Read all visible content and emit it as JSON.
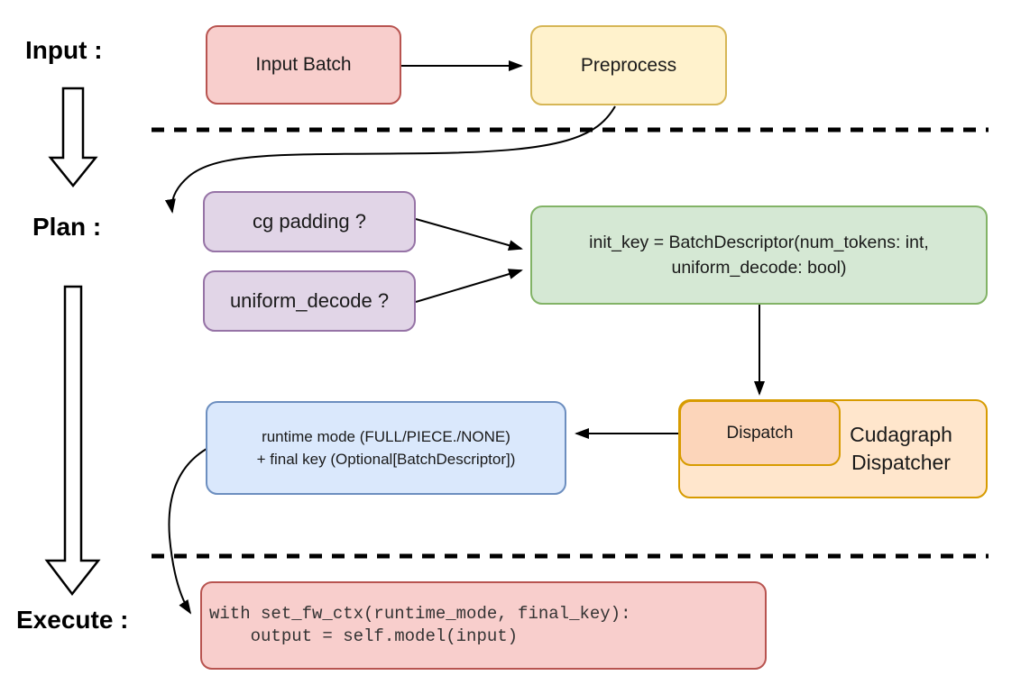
{
  "diagram": {
    "title_semantic": "cudagraph-dispatch-flow",
    "stages": {
      "input_label": "Input :",
      "plan_label": "Plan :",
      "execute_label": "Execute :"
    },
    "nodes": {
      "input_batch": {
        "label": "Input Batch"
      },
      "preprocess": {
        "label": "Preprocess"
      },
      "cg_padding": {
        "label": "cg padding ?"
      },
      "uniform_decode": {
        "label": "uniform_decode ?"
      },
      "init_key": {
        "line1": "init_key = BatchDescriptor(num_tokens: int,",
        "line2": "uniform_decode: bool)"
      },
      "runtime_result": {
        "line1": "runtime mode (FULL/PIECE./NONE)",
        "line2": "+ final key (Optional[BatchDescriptor])"
      },
      "dispatch": {
        "label": "Dispatch"
      },
      "dispatcher": {
        "line1": "Cudagraph",
        "line2": "Dispatcher"
      },
      "execute_code": {
        "line1": "with set_fw_ctx(runtime_mode, final_key):",
        "line2": "    output = self.model(input)"
      }
    },
    "colors": {
      "pink_fill": "#f8cecc",
      "pink_stroke": "#b85450",
      "yellow_fill": "#fff2cc",
      "yellow_stroke": "#d6b656",
      "purple_fill": "#e1d5e7",
      "purple_stroke": "#9673a6",
      "green_fill": "#d5e8d4",
      "green_stroke": "#82b366",
      "blue_fill": "#dae8fc",
      "blue_stroke": "#6c8ebf",
      "orange_light_fill": "#ffe6cc",
      "orange_deep_fill": "#fcd5ba",
      "orange_stroke": "#d79b00",
      "connector": "#000000",
      "background": "#ffffff"
    }
  }
}
